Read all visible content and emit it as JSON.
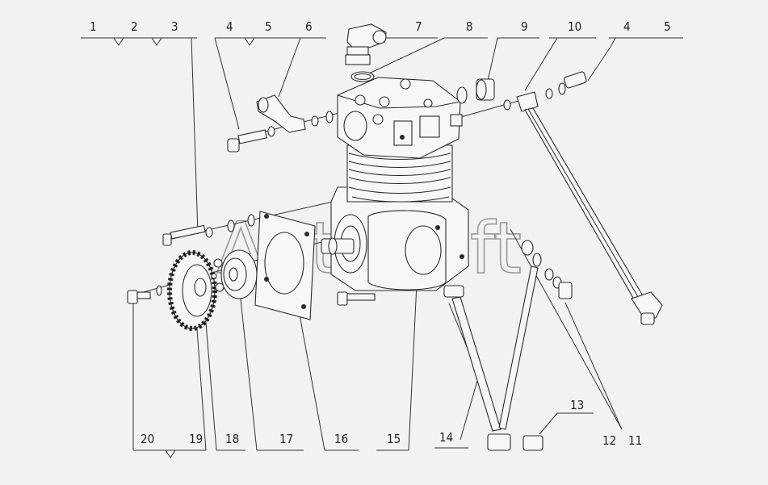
{
  "callouts": {
    "c1": "1",
    "c2": "2",
    "c3": "3",
    "c4a": "4",
    "c5a": "5",
    "c6": "6",
    "c7": "7",
    "c8": "8",
    "c9": "9",
    "c10": "10",
    "c4b": "4",
    "c5b": "5",
    "c20": "20",
    "c19": "19",
    "c18": "18",
    "c17": "17",
    "c16": "16",
    "c15": "15",
    "c14": "14",
    "c12": "12",
    "c11": "11",
    "c13": "13"
  },
  "watermark": "AutoSoft"
}
